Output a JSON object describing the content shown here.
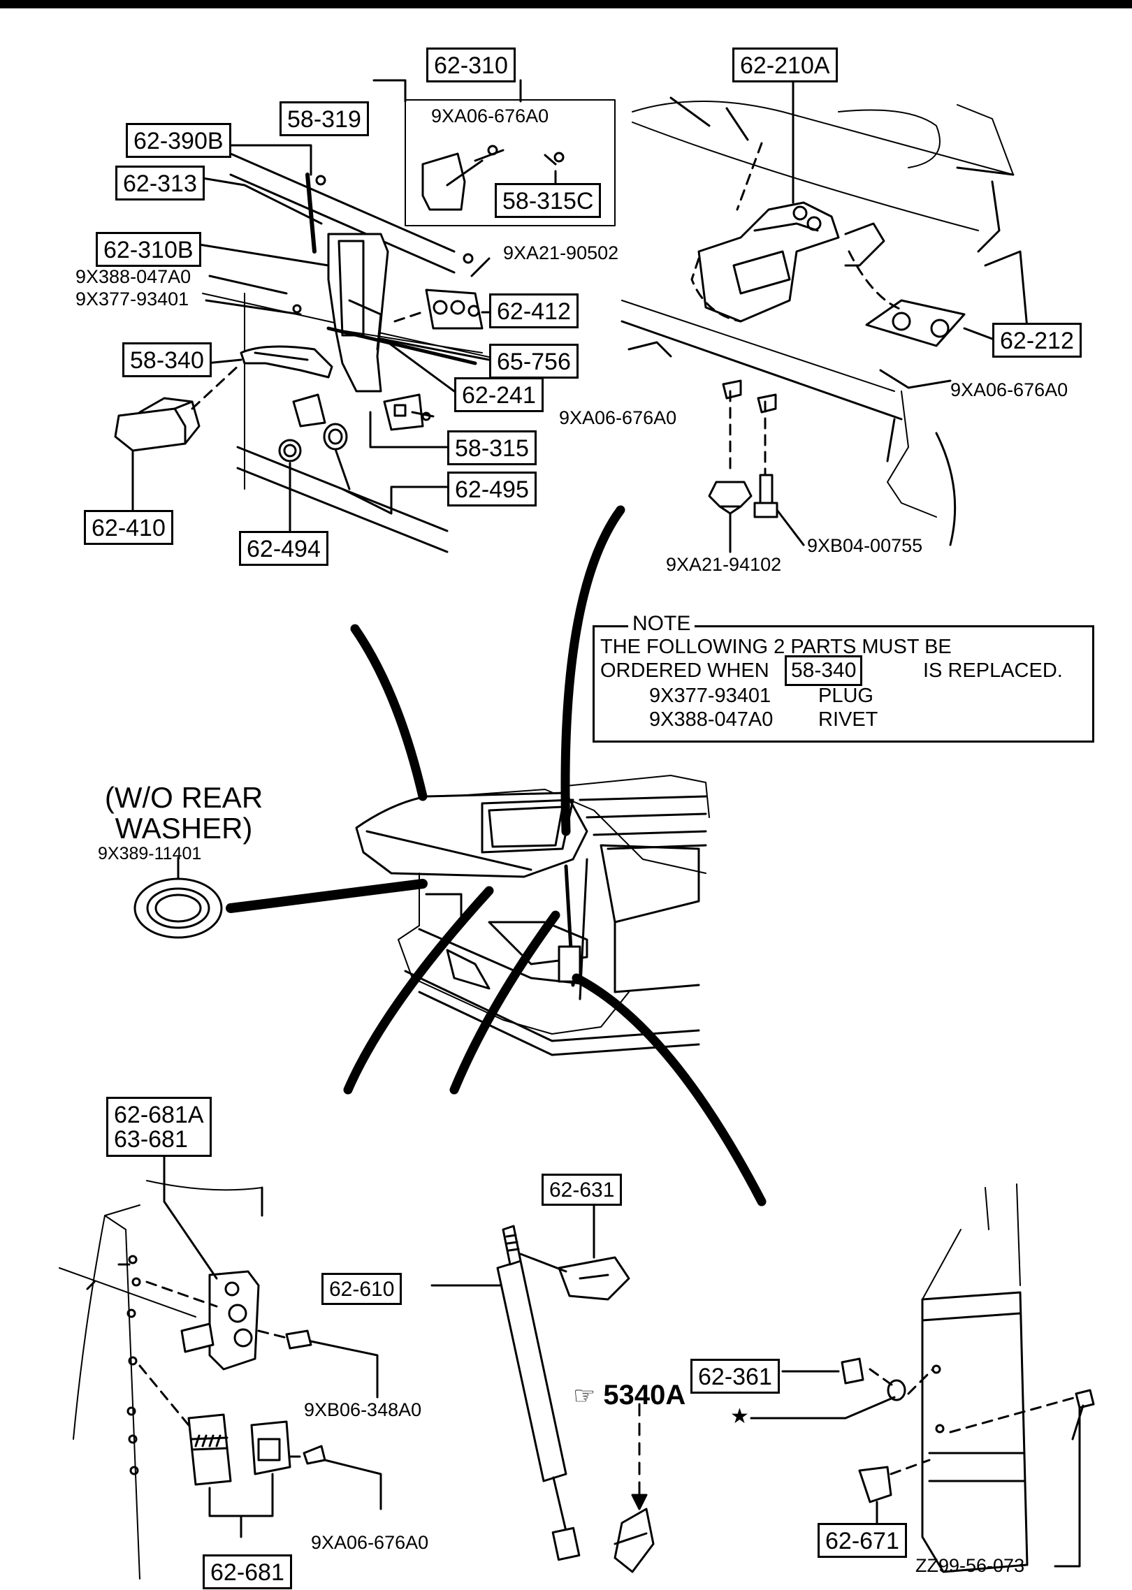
{
  "labels": {
    "l_62_310": "62-310",
    "l_9xa06_676a0_top": "9XA06-676A0",
    "l_58_315c": "58-315C",
    "l_62_210a": "62-210A",
    "l_58_319": "58-319",
    "l_62_390b": "62-390B",
    "l_62_313": "62-313",
    "l_62_310b": "62-310B",
    "l_9xa21_90502": "9XA21-90502",
    "l_9x388_047a0": "9X388-047A0",
    "l_9x377_93401": "9X377-93401",
    "l_62_412": "62-412",
    "l_62_212": "62-212",
    "l_58_340": "58-340",
    "l_65_756": "65-756",
    "l_62_241": "62-241",
    "l_9xa06_676a0_right": "9XA06-676A0",
    "l_9xa06_676a0_mid": "9XA06-676A0",
    "l_58_315": "58-315",
    "l_62_495": "62-495",
    "l_62_410": "62-410",
    "l_62_494": "62-494",
    "l_9xb04_00755": "9XB04-00755",
    "l_9xa21_94102": "9XA21-94102",
    "l_62_681a": "62-681A",
    "l_63_681": "63-681",
    "l_62_631": "62-631",
    "l_62_610": "62-610",
    "l_62_361": "62-361",
    "l_9xb06_348a0": "9XB06-348A0",
    "l_star": "★",
    "l_62_671": "62-671",
    "l_9xa06_676a0_bottom": "9XA06-676A0",
    "l_62_681": "62-681",
    "l_zz99_56_073": "ZZ99-56-073"
  },
  "note": {
    "title": "NOTE",
    "line1": "THE FOLLOWING 2 PARTS MUST BE",
    "line2_prefix": "ORDERED WHEN",
    "line2_ref": "58-340",
    "line2_suffix": "IS REPLACED.",
    "part1_no": "9X377-93401",
    "part1_name": "PLUG",
    "part2_no": "9X388-047A0",
    "part2_name": "RIVET"
  },
  "washer": {
    "title_line1": "(W/O REAR",
    "title_line2": "WASHER)",
    "part_no": "9X389-11401"
  },
  "reference": {
    "icon": "pointing-hand-icon",
    "glyph": "☞",
    "text": "5340A"
  }
}
